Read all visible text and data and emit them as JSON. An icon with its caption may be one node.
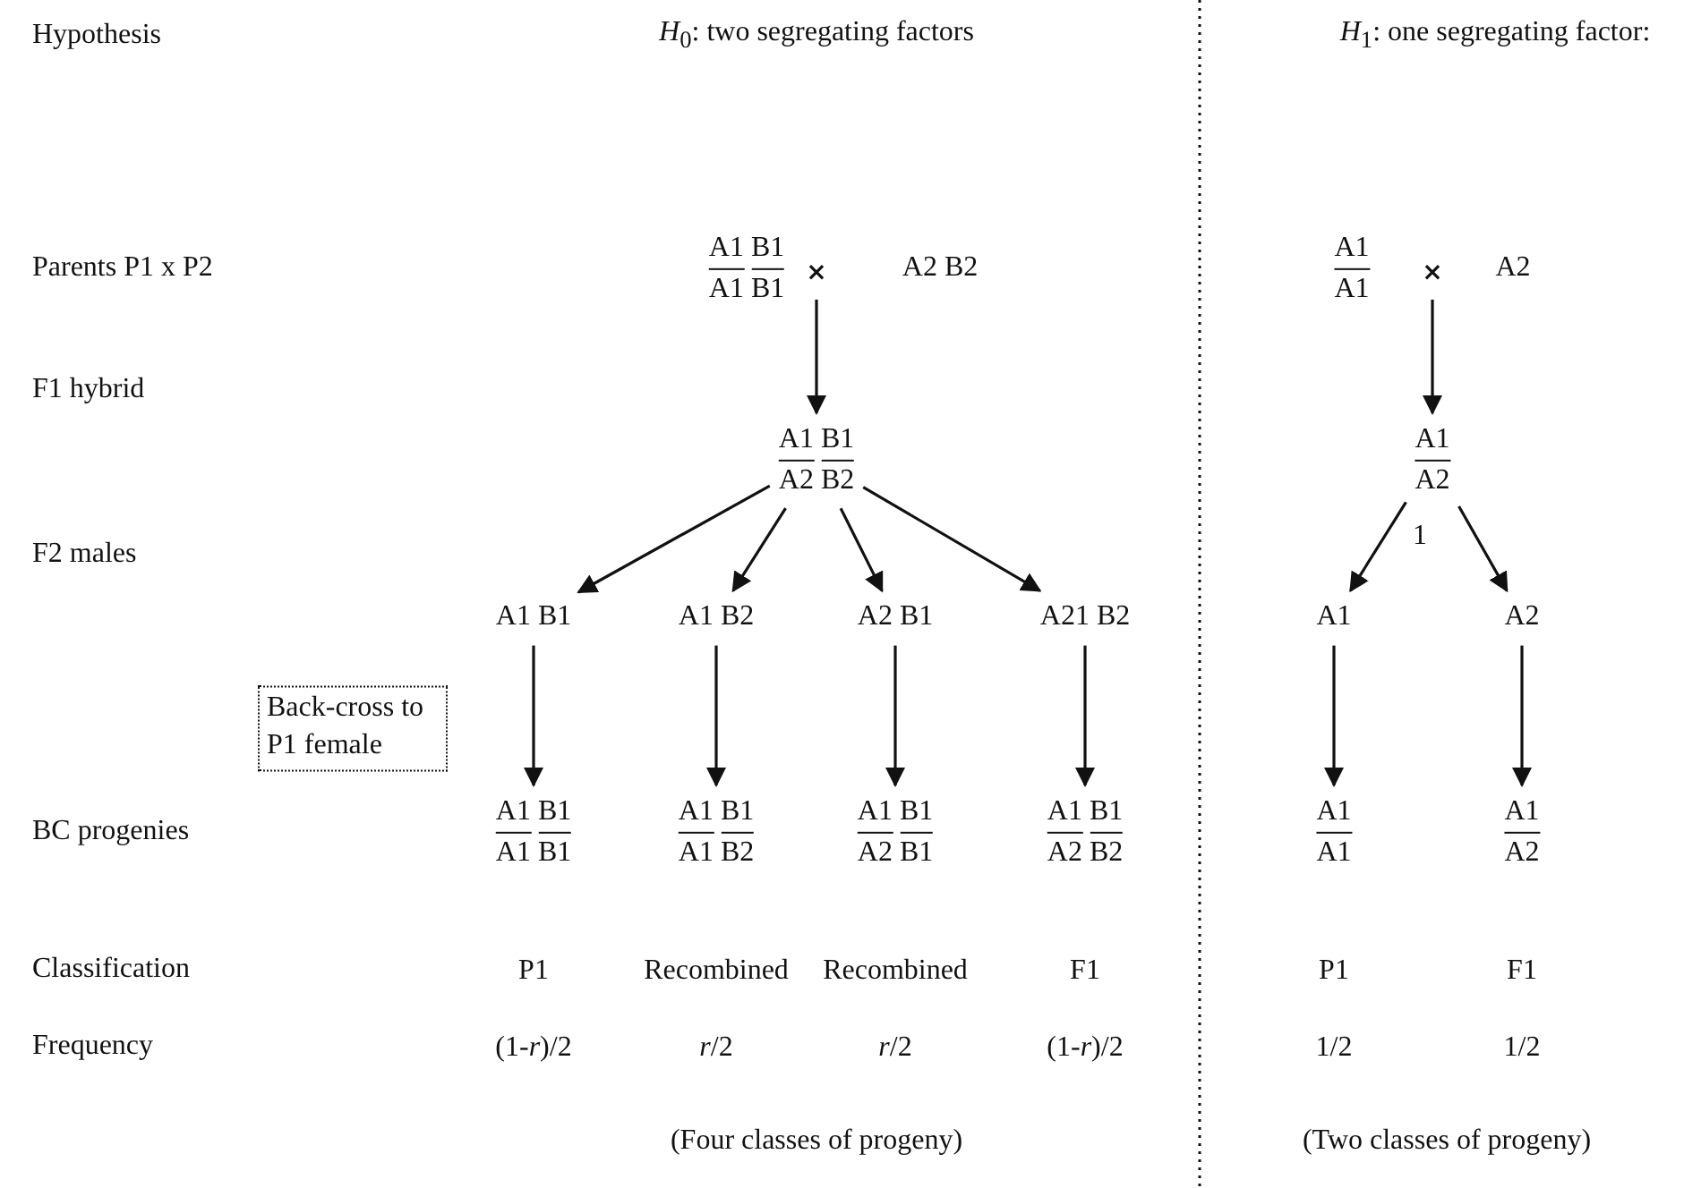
{
  "diagram": {
    "nodes": [
      {
        "text": [
          "A1 B1",
          "A1 B1"
        ]
      },
      {
        "text": [
          "×"
        ]
      },
      {
        "text": [
          "A2 B2"
        ]
      },
      {
        "text": [
          "A1 B1",
          "A2 B2"
        ]
      },
      {
        "text": [
          "A1 B1"
        ]
      },
      {
        "text": [
          "A1 B2"
        ]
      },
      {
        "text": [
          "A2 B1"
        ]
      },
      {
        "text": [
          "A21 B2"
        ]
      },
      {
        "text": [
          "Back-cross to P1 female"
        ]
      },
      {
        "text": [
          "A1 B1",
          "A1 B1"
        ]
      },
      {
        "text": [
          "A1 B1",
          "A1 B2"
        ]
      },
      {
        "text": [
          "A1 B1",
          "A2 B1"
        ]
      },
      {
        "text": [
          "A1 B1",
          "A2 B2"
        ]
      },
      {
        "text": [
          "A1",
          "A1"
        ]
      },
      {
        "text": [
          "×"
        ]
      },
      {
        "text": [
          "A2"
        ]
      },
      {
        "text": [
          "A1",
          "A2"
        ],
        "beside": [
          "1"
        ]
      },
      {
        "text": [
          "A1"
        ]
      },
      {
        "text": [
          "A2"
        ]
      },
      {
        "text": [
          "A1",
          "A1"
        ]
      },
      {
        "text": [
          "A1",
          "A2"
        ]
      }
    ],
    "edges": [
      {
        "from": 1,
        "to": 3,
        "arrow": "to"
      },
      {
        "from": 3,
        "to": 4,
        "arrow": "to"
      },
      {
        "from": 3,
        "to": 5,
        "arrow": "to"
      },
      {
        "from": 3,
        "to": 6,
        "arrow": "to"
      },
      {
        "from": 3,
        "to": 7,
        "arrow": "to"
      },
      {
        "from": 4,
        "to": 9,
        "arrow": "to"
      },
      {
        "from": 5,
        "to": 10,
        "arrow": "to"
      },
      {
        "from": 6,
        "to": 11,
        "arrow": "to"
      },
      {
        "from": 7,
        "to": 12,
        "arrow": "to"
      },
      {
        "from": 14,
        "to": 16,
        "arrow": "to"
      },
      {
        "from": 16,
        "to": 17,
        "arrow": "to"
      },
      {
        "from": 16,
        "to": 18,
        "arrow": "to"
      },
      {
        "from": 17,
        "to": 19,
        "arrow": "to"
      },
      {
        "from": 18,
        "to": 20,
        "arrow": "to"
      }
    ],
    "labels": [
      "Hypothesis",
      "*H*$_{0}$: two segregating factors",
      "*H*$_{1}$: one segregating factor:",
      "Parents P1 x P2",
      "F1 hybrid",
      "F2 males",
      "BC progenies",
      "Classification",
      "P1",
      "Recombined",
      "Recombined",
      "F1",
      "P1",
      "F1",
      "Frequency",
      "(1-*r*)/2",
      "*r*/2",
      "*r*/2",
      "(1-*r*)/2",
      "1/2",
      "1/2",
      "(Four classes of progeny)",
      "(Two classes of progeny)"
    ]
  }
}
